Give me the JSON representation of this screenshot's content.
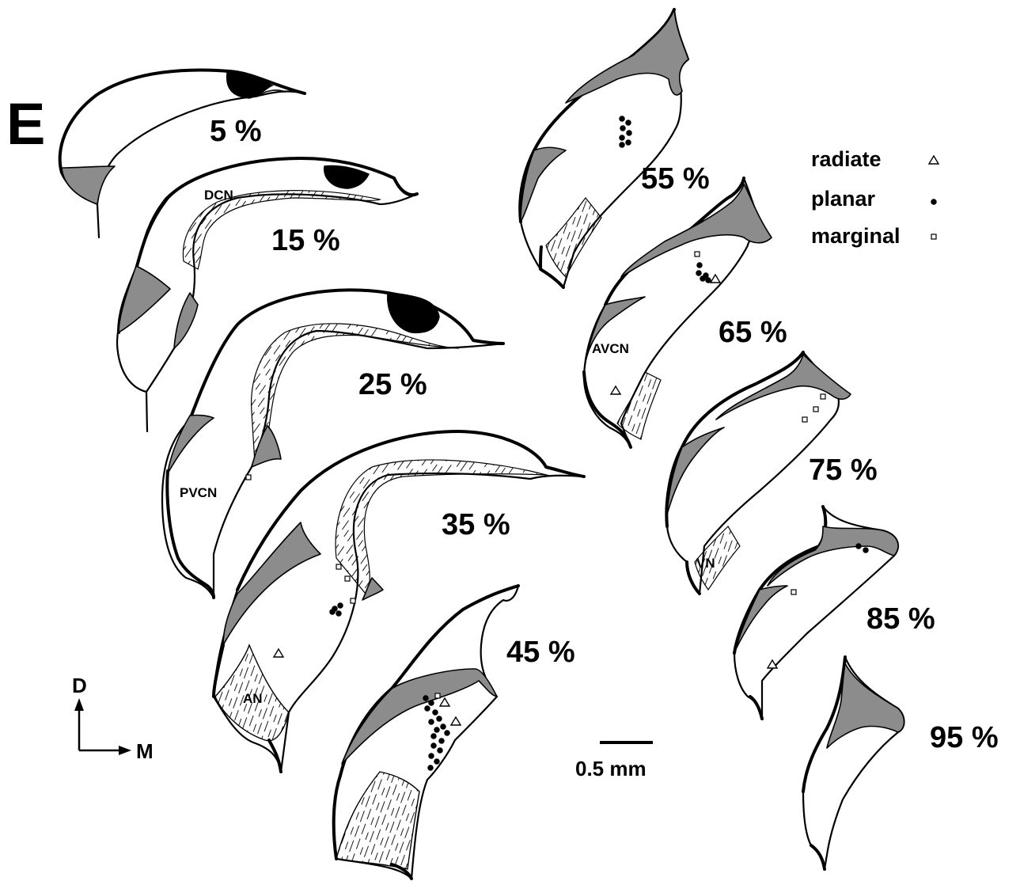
{
  "figure": {
    "panel_label": "E",
    "section_labels": [
      "5 %",
      "15 %",
      "25 %",
      "35 %",
      "45 %",
      "55 %",
      "65 %",
      "75 %",
      "85 %",
      "95 %"
    ],
    "region_labels": {
      "dcn": "DCN",
      "pvcn": "PVCN",
      "an": "AN",
      "avcn": "AVCN",
      "vn": "VN"
    },
    "legend": {
      "items": [
        {
          "label": "radiate",
          "symbol": "open-triangle"
        },
        {
          "label": "planar",
          "symbol": "filled-circle"
        },
        {
          "label": "marginal",
          "symbol": "open-square"
        }
      ]
    },
    "scale_bar": {
      "label": "0.5 mm"
    },
    "orientation": {
      "dorsal": "D",
      "medial": "M"
    },
    "colors": {
      "shaded_region": "#8c8c8c",
      "filled_region": "#000000",
      "outline": "#000000"
    }
  }
}
